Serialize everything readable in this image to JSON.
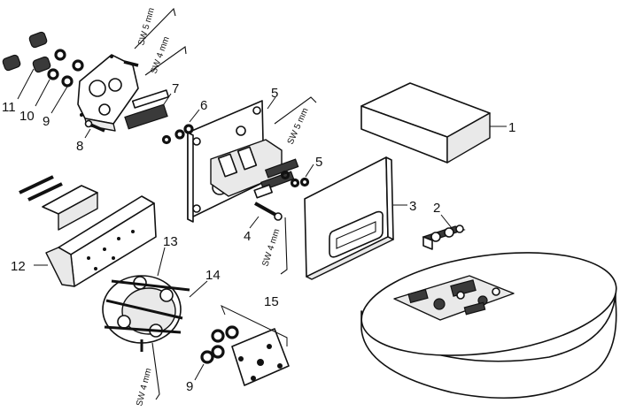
{
  "callouts": {
    "c1": "1",
    "c2": "2",
    "c3": "3",
    "c4": "4",
    "c5a": "5",
    "c5b": "5",
    "c6": "6",
    "c7": "7",
    "c8": "8",
    "c9a": "9",
    "c9b": "9",
    "c10": "10",
    "c11": "11",
    "c12": "12",
    "c13": "13",
    "c14": "14",
    "c15": "15"
  },
  "tool_labels": {
    "sw5_top": "SW 5 mm",
    "sw4_top": "SW 4 mm",
    "sw5_mid": "SW 5 mm",
    "sw4_mid": "SW 4 mm",
    "sw4_bottom": "SW 4 mm"
  }
}
